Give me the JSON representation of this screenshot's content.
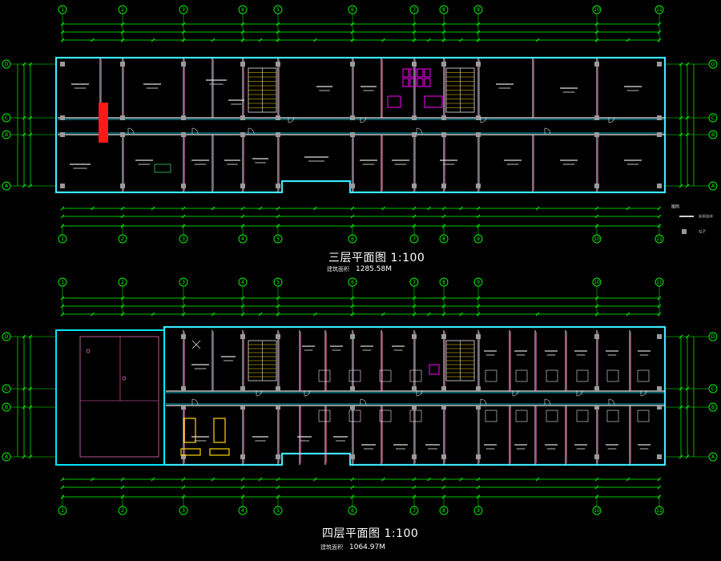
{
  "plans": [
    {
      "title": "三层平面图 1:100",
      "area_label": "建筑面积",
      "area_value": "1285.58M"
    },
    {
      "title": "四层平面图 1:100",
      "area_label": "建筑面积",
      "area_value": "1064.97M"
    }
  ],
  "axis_labels": [
    "1",
    "2",
    "3",
    "4",
    "5",
    "6",
    "7",
    "8",
    "9",
    "10",
    "11"
  ],
  "row_labels": [
    "D",
    "C",
    "B",
    "A"
  ],
  "legend": {
    "heading": "图例",
    "items": [
      "新砌墙体",
      "柱子"
    ]
  },
  "colors": {
    "background": "#000000",
    "dim_lines": "#00ff00",
    "walls": "#e8e8e8",
    "outline": "#00e5ff",
    "interior": "#ff66cc",
    "accent_red": "#ff1a1a",
    "fixtures": "#ff00ff",
    "furniture": "#ffd400",
    "text": "#ffffff"
  }
}
